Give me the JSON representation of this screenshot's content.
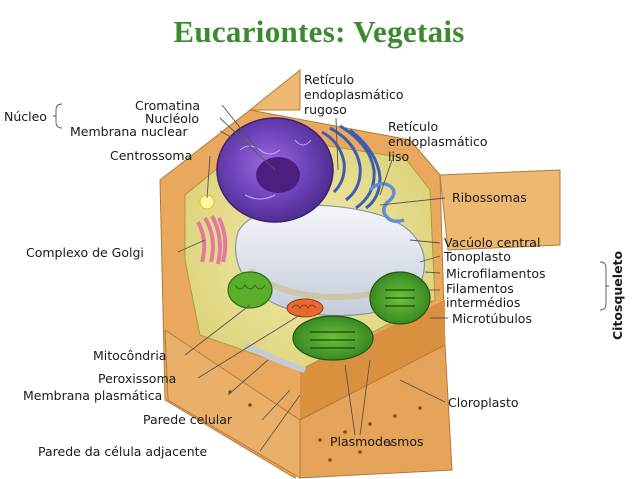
{
  "title": "Eucariontes: Vegetais",
  "labels": {
    "nucleo": "Núcleo",
    "cromatina": "Cromatina",
    "nucleolo": "Nucléolo",
    "membrana_nuclear": "Membrana nuclear",
    "centrossoma": "Centrossoma",
    "golgi": "Complexo de Golgi",
    "mitocondria": "Mitocôndria",
    "peroxissoma": "Peroxissoma",
    "membrana_plasmatica": "Membrana plasmática",
    "parede_celular": "Parede celular",
    "parede_adjacente": "Parede da célula adjacente",
    "reticulo_rugoso_1": "Retículo",
    "reticulo_rugoso_2": "endoplasmático",
    "reticulo_rugoso_3": "rugoso",
    "reticulo_liso_1": "Retículo",
    "reticulo_liso_2": "endoplasmático",
    "reticulo_liso_3": "liso",
    "ribossomas": "Ribossomas",
    "vacuolo": "Vacúolo central",
    "tonoplasto": "Tonoplasto",
    "microfilamentos": "Microfilamentos",
    "filamentos_1": "Filamentos",
    "filamentos_2": "intermédios",
    "microtubulos": "Microtúbulos",
    "citosqueleto": "Citosqueleto",
    "cloroplasto": "Cloroplasto",
    "plasmodesmos": "Plasmodesmos"
  },
  "colors": {
    "title": "#3b8a2e",
    "cell_wall": "#e9a85e",
    "cytoplasm": "#e9e08a",
    "nucleus": "#6a3fb5",
    "chloroplast": "#3f9a2a",
    "vacuole": "#d8dfe8"
  }
}
